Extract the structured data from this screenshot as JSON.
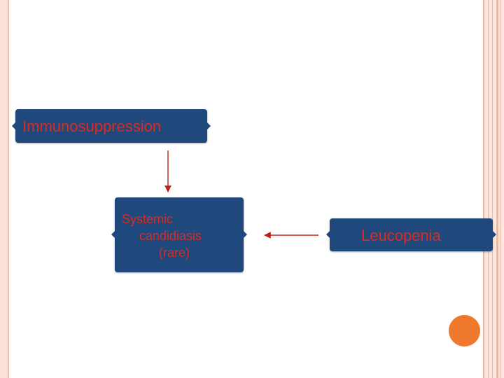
{
  "nodes": {
    "immunosuppression": "Immunosuppression",
    "systemic": {
      "line1": "Systemic",
      "line2": "candidiasis",
      "line3": "(rare)"
    },
    "leucopenia": "Leucopenia"
  },
  "edges": [
    {
      "from": "Immunosuppression",
      "to": "Systemic candidiasis (rare)"
    },
    {
      "from": "Leucopenia",
      "to": "Systemic candidiasis (rare)"
    }
  ],
  "colors": {
    "box_fill": "#1f497d",
    "text": "#dc2a1e",
    "arrow": "#c0201a",
    "accent_dot": "#f0782d",
    "frame": "#f4b9a3"
  }
}
